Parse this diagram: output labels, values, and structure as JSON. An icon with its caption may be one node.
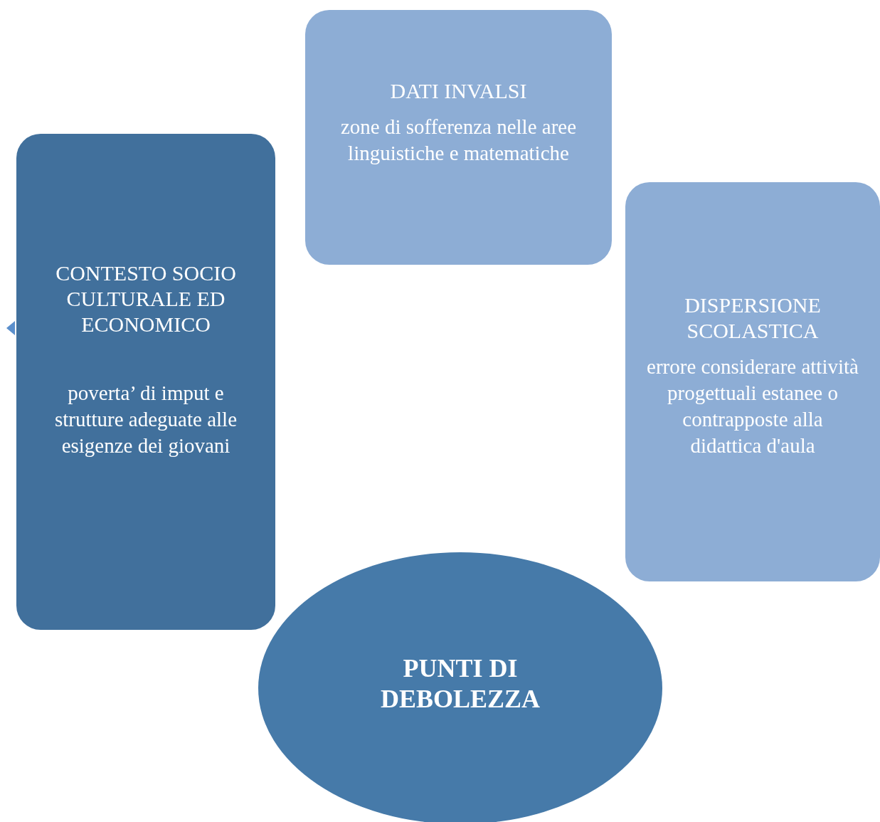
{
  "diagram": {
    "nodes": [
      {
        "text": [
          "DATI INVALSI",
          "zone di sofferenza nelle aree linguistiche e matematiche"
        ]
      },
      {
        "text": [
          "CONTESTO SOCIO CULTURALE ED ECONOMICO",
          "poverta’ di imput e strutture adeguate alle esigenze dei giovani"
        ]
      },
      {
        "text": [
          "DISPERSIONE SCOLASTICA",
          "errore considerare attività progettuali estanee o contrapposte alla didattica d'aula"
        ]
      },
      {
        "text": [
          "PUNTI DI DEBOLEZZA"
        ]
      }
    ]
  }
}
